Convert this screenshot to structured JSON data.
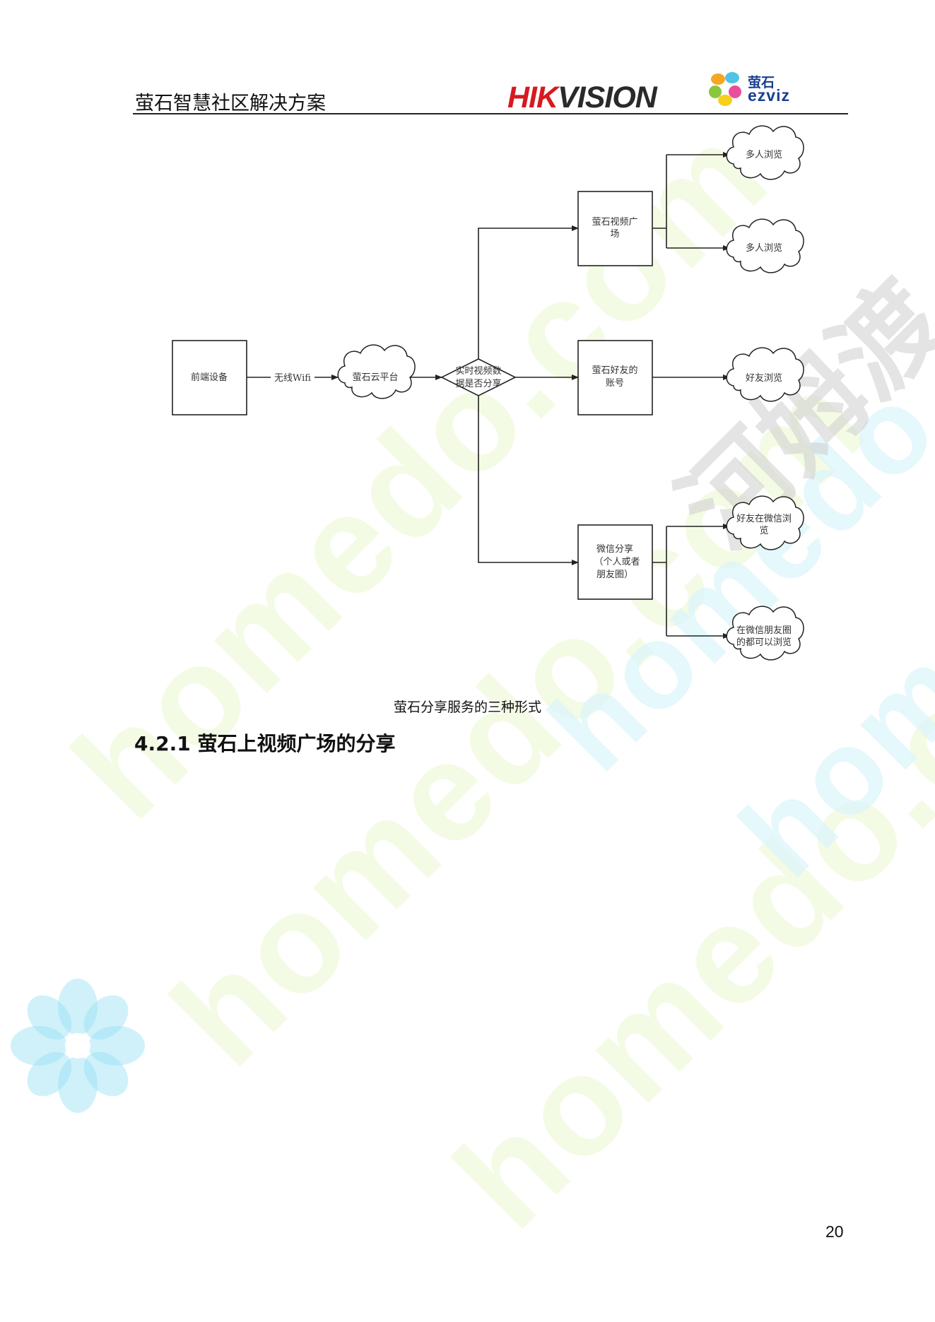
{
  "header": {
    "title": "萤石智慧社区解决方案",
    "hik_logo_part1": "HIK",
    "hik_logo_part2": "VISION",
    "ezviz_cn": "萤石",
    "ezviz_en": "ezviz"
  },
  "watermarks": {
    "latin": "homedo.com",
    "cn": "河姆渡"
  },
  "diagram": {
    "front_device": "前端设备",
    "link_label": "无线Wifi",
    "cloud_platform": "萤石云平台",
    "decision_line1": "实时视频数",
    "decision_line2": "据是否分享",
    "square_line1": "萤石视频广",
    "square_line2": "场",
    "friend_line1": "萤石好友的",
    "friend_line2": "账号",
    "wechat_line1": "微信分享",
    "wechat_line2": "（个人或者",
    "wechat_line3": "朋友圈）",
    "multi_view_1": "多人浏览",
    "multi_view_2": "多人浏览",
    "friend_view": "好友浏览",
    "wechat_friend_line1": "好友在微信浏",
    "wechat_friend_line2": "览",
    "moments_line1": "在微信朋友圈",
    "moments_line2": "的都可以浏览"
  },
  "caption": "萤石分享服务的三种形式",
  "section_heading": "4.2.1 萤石上视频广场的分享",
  "page_number": "20",
  "colors": {
    "hik_red": "#d71920",
    "ezviz_blue": "#1b3f8f"
  }
}
